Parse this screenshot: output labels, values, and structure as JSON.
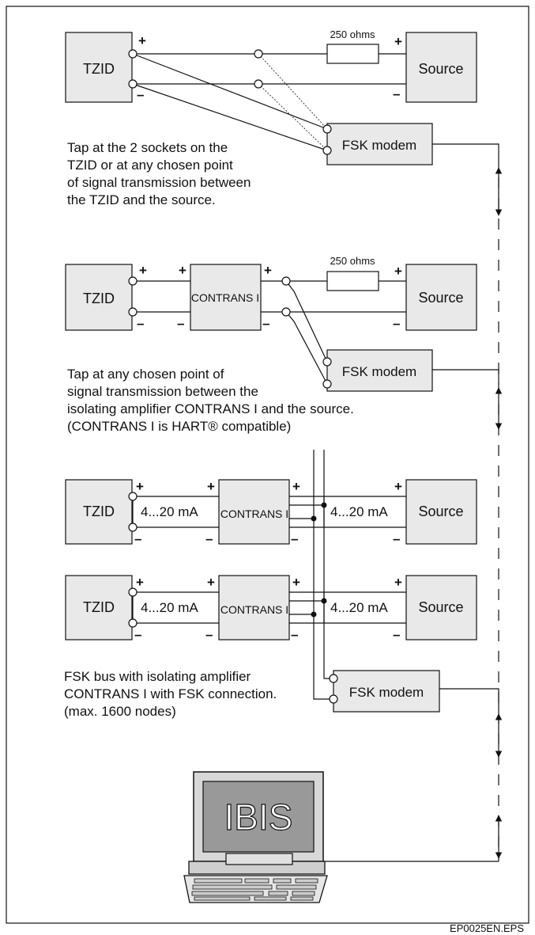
{
  "frame": {
    "filename": "EP0025EN.EPS"
  },
  "labels": {
    "tzid": "TZID",
    "source": "Source",
    "fsk_modem": "FSK modem",
    "contrans": "CONTRANS I",
    "resistor": "250 ohms",
    "current": "4...20 mA",
    "plus": "+",
    "minus": "–",
    "computer": "IBIS"
  },
  "notes": {
    "diagram1": [
      "Tap at the 2 sockets on the",
      "TZID or at any chosen point",
      "of signal transmission between",
      "the TZID and the source."
    ],
    "diagram2": [
      "Tap at any chosen point of",
      "signal transmission between the",
      "isolating amplifier CONTRANS I and the source.",
      "(CONTRANS I is HART® compatible)"
    ],
    "diagram3": [
      "FSK bus with isolating amplifier",
      "CONTRANS I with FSK connection.",
      "(max. 1600 nodes)"
    ]
  }
}
